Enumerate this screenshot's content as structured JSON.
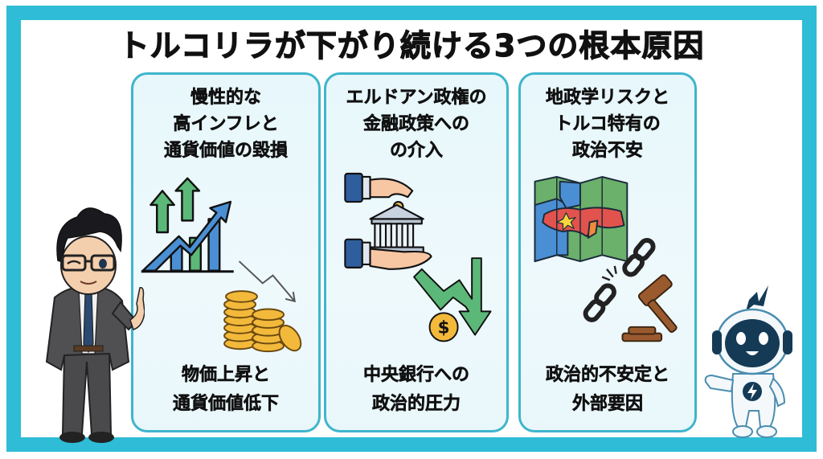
{
  "title": "トルコリラが下がり続ける3つの根本原因",
  "colors": {
    "frame": "#2fbcd6",
    "panel_border": "#3fb5cc",
    "panel_fill": "#eaf7fb",
    "up_green": "#5cb878",
    "chart_blue": "#4a8fd4",
    "coin_gold": "#f2b93b",
    "turkey_red": "#e2534d",
    "gavel_brown": "#9a5a2e",
    "robot_navy": "#143a56"
  },
  "panels": [
    {
      "heading": [
        "慢性的な",
        "高インフレと",
        "通貨価値の毀損"
      ],
      "footer": [
        "物価上昇と",
        "通貨価値低下"
      ],
      "icons": [
        "rising-chart-icon",
        "up-arrows-icon",
        "coin-stack-icon",
        "down-trend-arrow-icon"
      ]
    },
    {
      "heading": [
        "エルドアン政権の",
        "金融政策への",
        "の介入"
      ],
      "footer": [
        "中央銀行への",
        "政治的圧力"
      ],
      "icons": [
        "hand-holding-bank-icon",
        "down-zigzag-arrow-icon",
        "dollar-coin-icon"
      ]
    },
    {
      "heading": [
        "地政学リスクと",
        "トルコ特有の",
        "政治不安"
      ],
      "footer": [
        "政治的不安定と",
        "外部要因"
      ],
      "icons": [
        "turkey-map-icon",
        "broken-chain-icon",
        "gavel-icon"
      ]
    }
  ],
  "characters": {
    "left": "businessman-winking-pointing",
    "right": "robot-mascot-pointing"
  }
}
